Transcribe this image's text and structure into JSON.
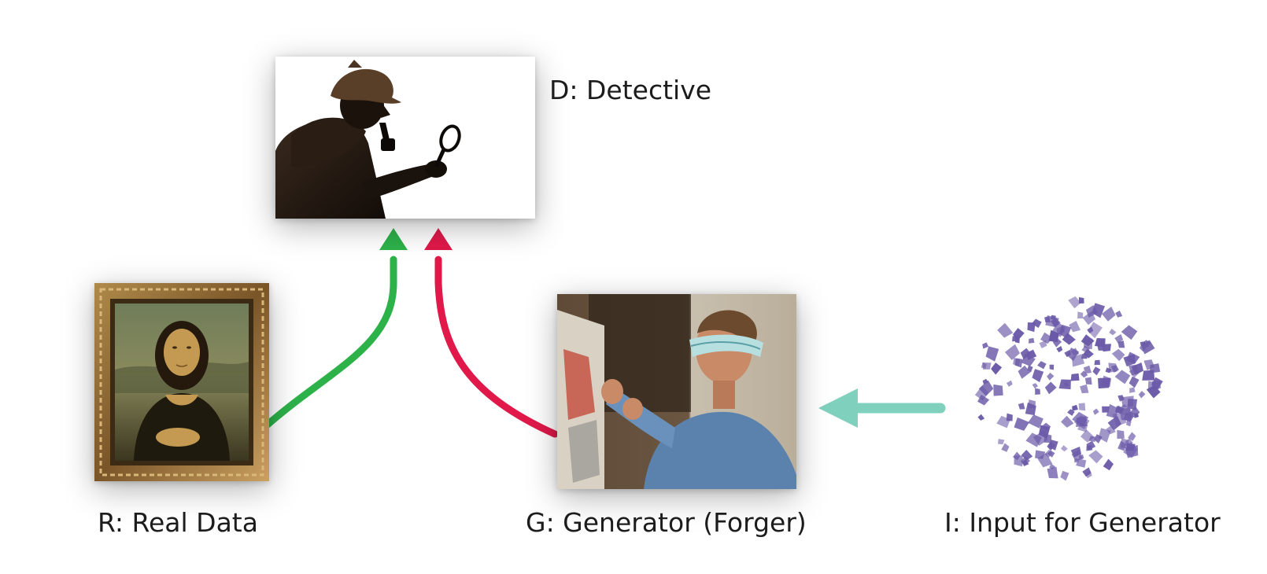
{
  "labels": {
    "detective": "D: Detective",
    "real_data": "R: Real Data",
    "generator": "G: Generator (Forger)",
    "input": "I: Input for Generator"
  },
  "nodes": {
    "detective": {
      "icon": "detective-silhouette-icon"
    },
    "real_data": {
      "icon": "mona-lisa-painting-icon"
    },
    "generator": {
      "icon": "blindfolded-painter-icon"
    },
    "input": {
      "icon": "random-noise-cloud-icon"
    }
  },
  "edges": [
    {
      "from": "real_data",
      "to": "detective",
      "color": "#2db24a"
    },
    {
      "from": "generator",
      "to": "detective",
      "color": "#e0194a"
    },
    {
      "from": "input",
      "to": "generator",
      "color": "#7fd1be"
    }
  ],
  "colors": {
    "real_edge": "#2db24a",
    "fake_edge": "#e0194a",
    "input_edge": "#7fd1be",
    "noise_particles": "#6b5aa8"
  }
}
